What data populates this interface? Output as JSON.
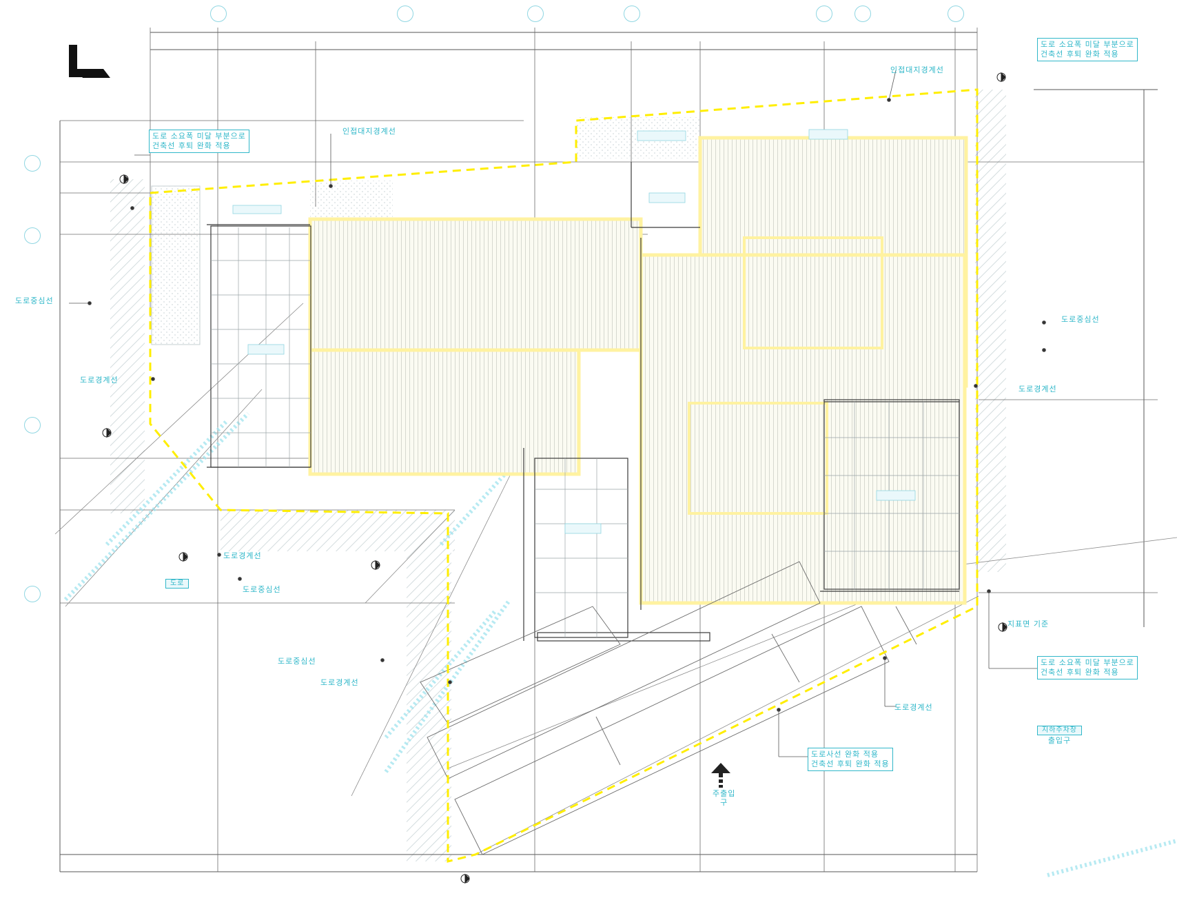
{
  "colors": {
    "boundary": "#ffee00",
    "label": "#2fb7c9",
    "line": "#555555",
    "faint": "#b9c3c6",
    "hatch": "#c9d3d6",
    "deck": "#fff7b0"
  },
  "icons": {
    "north_arrow": "north-arrow-icon",
    "entrance": "entrance-arrow-icon",
    "level_marker": "level-marker-icon"
  },
  "labels": {
    "boundary_top_left": "인접대지경계선",
    "boundary_top_right": "인접대지경계선",
    "road_left": "도로중심선",
    "road_right": "도로중심선",
    "road_boundary_left": "도로경계선",
    "road_boundary_right": "도로경계선",
    "road_boundary_bottom_left": "도로경계선",
    "road_boundary_bottom": "도로경계선",
    "road_center_bottom": "도로중심선",
    "road_center_lower": "도로중심선",
    "road_line_lower": "도로경계선",
    "note_top_left_1": "도로 소요폭 미달 부분으로",
    "note_top_left_2": "건축선 후퇴 완화 적용",
    "note_top_right_1": "도로 소요폭 미달 부분으로",
    "note_top_right_2": "건축선 후퇴 완화 적용",
    "note_bottom_right_1": "도로 소요폭 미달 부분으로",
    "note_bottom_right_2": "건축선 후퇴 완화 적용",
    "note_bottom_center_1": "도로사선 완화 적용",
    "note_bottom_center_2": "건축선 후퇴 완화 적용",
    "entrance_1": "주출입",
    "entrance_2": "구",
    "lower_right_tag": "지하주차장",
    "lower_right_sub": "출입구",
    "site_level": "지표면 기준",
    "left_dim_tag": "도로"
  }
}
